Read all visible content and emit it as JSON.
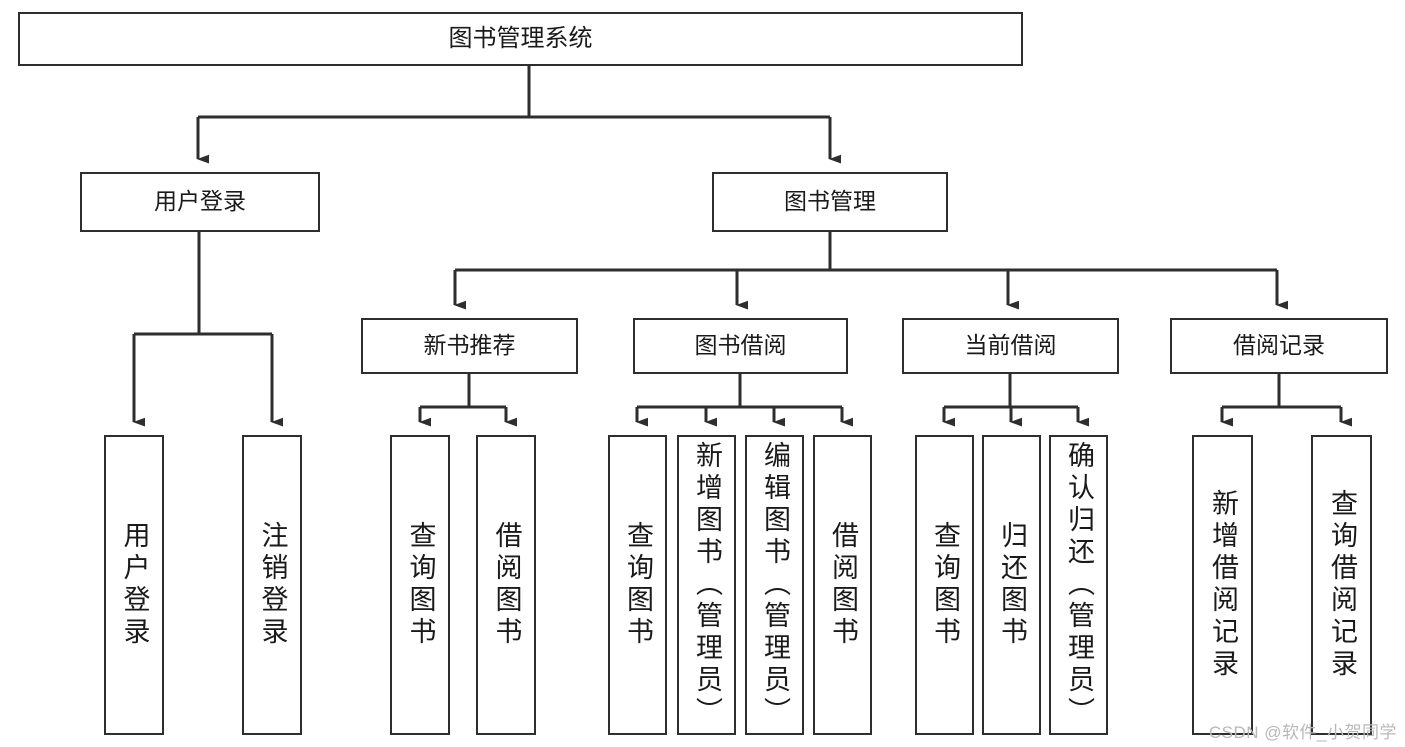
{
  "diagram": {
    "title": "图书管理系统",
    "type": "hierarchy-tree",
    "root": {
      "label": "图书管理系统"
    },
    "level2": [
      {
        "label": "用户登录"
      },
      {
        "label": "图书管理"
      }
    ],
    "level3": [
      {
        "label": "新书推荐"
      },
      {
        "label": "图书借阅"
      },
      {
        "label": "当前借阅"
      },
      {
        "label": "借阅记录"
      }
    ],
    "leaves": {
      "user_login": [
        {
          "label": "用户登录"
        },
        {
          "label": "注销登录"
        }
      ],
      "new_book_recommend": [
        {
          "label": "查询图书"
        },
        {
          "label": "借阅图书"
        }
      ],
      "book_borrow": [
        {
          "label": "查询图书"
        },
        {
          "label": "新增图书（管理员）"
        },
        {
          "label": "编辑图书（管理员）"
        },
        {
          "label": "借阅图书"
        }
      ],
      "current_borrow": [
        {
          "label": "查询图书"
        },
        {
          "label": "归还图书"
        },
        {
          "label": "确认归还（管理员）"
        }
      ],
      "borrow_record": [
        {
          "label": "新增借阅记录"
        },
        {
          "label": "查询借阅记录"
        }
      ]
    }
  },
  "watermark": {
    "text": "CSDN @软件_小贺同学"
  },
  "colors": {
    "stroke": "#2e2e2e",
    "box_fill": "#ffffff",
    "text": "#1a1a1a",
    "watermark": "#b8b8b8",
    "background": "#ffffff"
  }
}
